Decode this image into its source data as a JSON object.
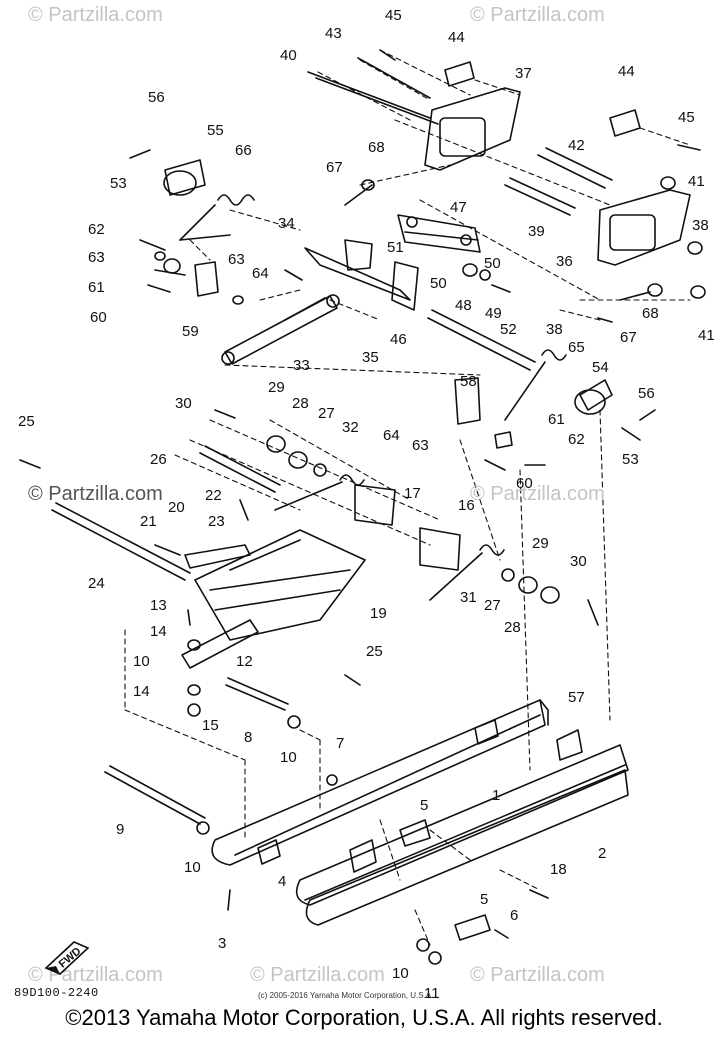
{
  "watermarks": [
    {
      "text": "© Partzilla.com"
    },
    {
      "text": "© Partzilla.com"
    },
    {
      "text": "© Partzilla.com"
    },
    {
      "text": "© Partzilla.com"
    },
    {
      "text": "© Partzilla.com"
    },
    {
      "text": "© Partzilla.com"
    },
    {
      "text": "© Partzilla.com"
    }
  ],
  "callouts": [
    "45",
    "43",
    "44",
    "40",
    "37",
    "56",
    "55",
    "53",
    "68",
    "67",
    "66",
    "42",
    "44",
    "45",
    "41",
    "47",
    "39",
    "38",
    "36",
    "34",
    "62",
    "63",
    "61",
    "60",
    "63",
    "64",
    "59",
    "51",
    "50",
    "50",
    "48",
    "49",
    "33",
    "35",
    "46",
    "52",
    "65",
    "54",
    "56",
    "29",
    "30",
    "28",
    "27",
    "32",
    "64",
    "58",
    "63",
    "61",
    "62",
    "53",
    "25",
    "26",
    "60",
    "22",
    "17",
    "16",
    "20",
    "21",
    "23",
    "24",
    "29",
    "30",
    "19",
    "31",
    "27",
    "28",
    "13",
    "14",
    "12",
    "10",
    "25",
    "14",
    "15",
    "8",
    "10",
    "57",
    "7",
    "9",
    "10",
    "5",
    "1",
    "2",
    "4",
    "18",
    "3",
    "5",
    "6",
    "10",
    "11",
    "38",
    "67",
    "68",
    "41"
  ],
  "diagram_code": "89D100-2240",
  "small_copyright": "(c) 2005-2016 Yamaha Motor Corporation, U.S.A.",
  "copyright": "©2013 Yamaha Motor Corporation, U.S.A. All rights reserved.",
  "fwd_label": "FWD"
}
